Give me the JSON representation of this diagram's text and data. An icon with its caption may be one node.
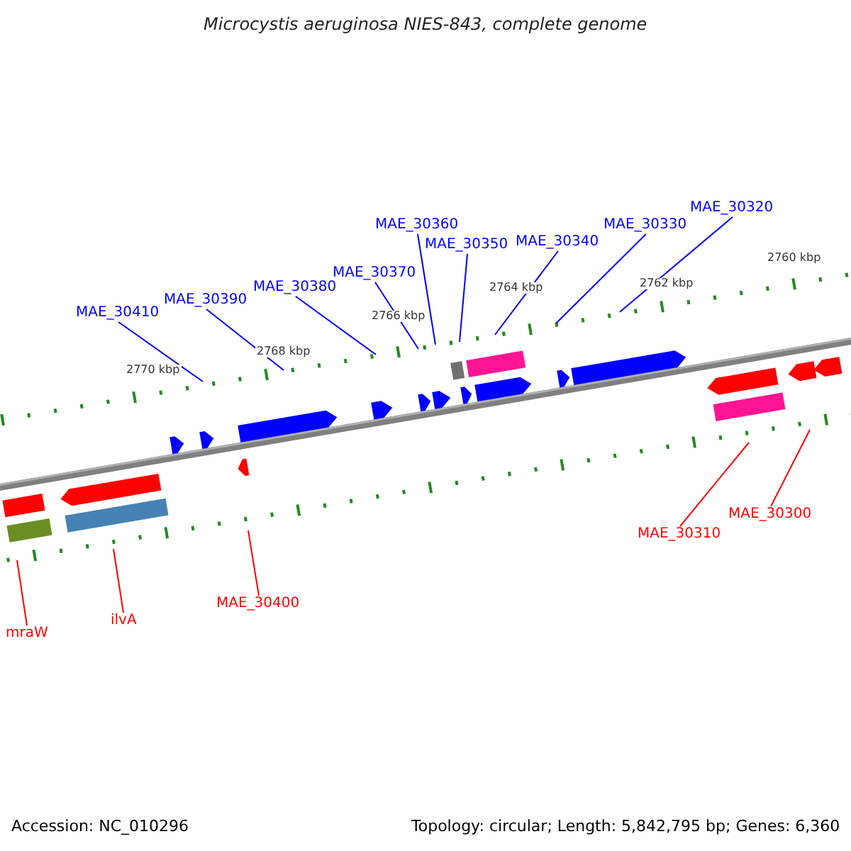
{
  "diagram": {
    "title": "Microcystis aeruginosa NIES-843, complete genome",
    "nodes": [
      {
        "text": [
          "MAE_30360"
        ]
      },
      {
        "text": [
          "MAE_30320"
        ]
      },
      {
        "text": [
          "MAE_30350"
        ]
      },
      {
        "text": [
          "MAE_30340"
        ]
      },
      {
        "text": [
          "MAE_30330"
        ]
      },
      {
        "text": [
          "MAE_30370"
        ]
      },
      {
        "text": [
          "MAE_30380"
        ]
      },
      {
        "text": [
          "MAE_30390"
        ]
      },
      {
        "text": [
          "MAE_30410"
        ]
      },
      {
        "text": [
          "MAE_30300"
        ]
      },
      {
        "text": [
          "MAE_30310"
        ]
      },
      {
        "text": [
          "MAE_30400"
        ]
      },
      {
        "text": [
          "ilvA"
        ]
      },
      {
        "text": [
          "mraW"
        ]
      }
    ],
    "edges": [
      {
        "from": 0,
        "to": null,
        "arrow": "none"
      },
      {
        "from": 1,
        "to": null,
        "arrow": "none"
      },
      {
        "from": 2,
        "to": null,
        "arrow": "none"
      },
      {
        "from": 3,
        "to": null,
        "arrow": "none"
      },
      {
        "from": 4,
        "to": null,
        "arrow": "none"
      },
      {
        "from": 5,
        "to": null,
        "arrow": "none"
      },
      {
        "from": 6,
        "to": null,
        "arrow": "none"
      },
      {
        "from": 7,
        "to": null,
        "arrow": "none"
      },
      {
        "from": 8,
        "to": null,
        "arrow": "none"
      },
      {
        "from": 9,
        "to": null,
        "arrow": "none",
        "color": "#ff0000"
      },
      {
        "from": 10,
        "to": null,
        "arrow": "none",
        "color": "#ff0000"
      },
      {
        "from": 11,
        "to": null,
        "arrow": "none",
        "color": "#ff0000"
      },
      {
        "from": 12,
        "to": null,
        "arrow": "none",
        "color": "#ff0000"
      },
      {
        "from": 13,
        "to": null,
        "arrow": "none",
        "color": "#ff0000"
      }
    ],
    "labels": [
      "2760 kbp",
      "2762 kbp",
      "2764 kbp",
      "2766 kbp",
      "2768 kbp",
      "2770 kbp",
      "Accession: NC_010296",
      "Topology: circular; Length: 5,842,795 bp; Genes: 6,360"
    ]
  }
}
